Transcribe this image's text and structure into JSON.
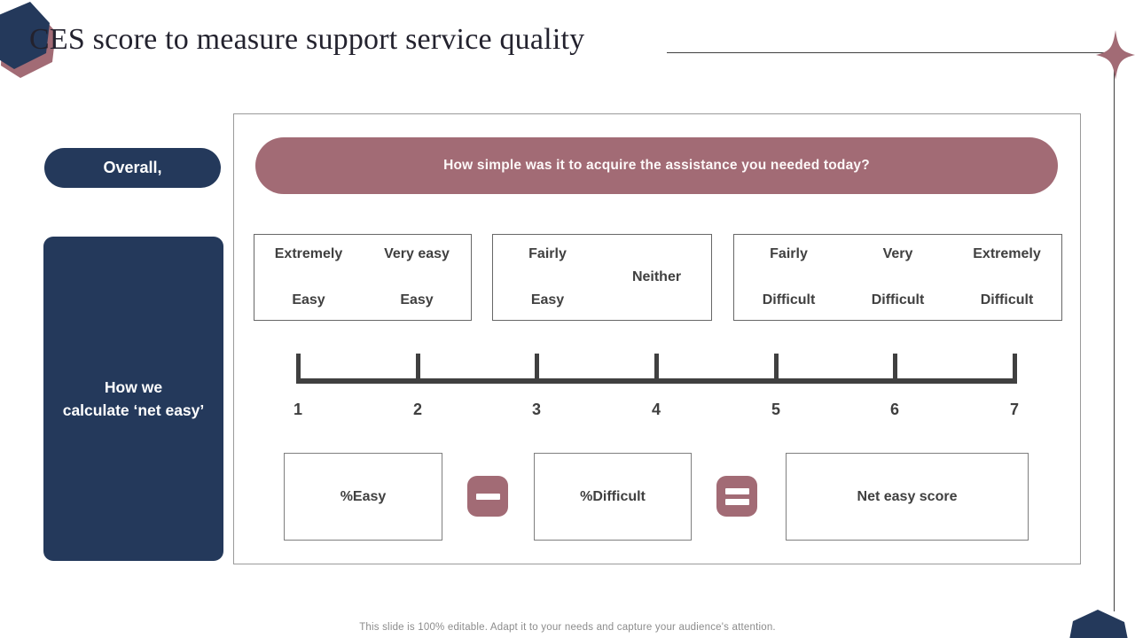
{
  "title": "CES score to measure support service quality",
  "sidebar": {
    "overall": "Overall,",
    "panel_lines": [
      "How we",
      "calculate ‘net easy’"
    ]
  },
  "survey": {
    "question": "How simple was it to acquire the assistance you needed today?",
    "answer_groups": [
      {
        "cols": [
          {
            "top": "Extremely",
            "bottom": "Easy"
          },
          {
            "top": "Very easy",
            "bottom": "Easy"
          }
        ]
      },
      {
        "cols": [
          {
            "top": "Fairly",
            "bottom": "Easy"
          }
        ],
        "middle": "Neither"
      },
      {
        "cols": [
          {
            "top": "Fairly",
            "bottom": "Difficult"
          },
          {
            "top": "Very",
            "bottom": "Difficult"
          },
          {
            "top": "Extremely",
            "bottom": "Difficult"
          }
        ]
      }
    ],
    "scale_ticks": [
      "1",
      "2",
      "3",
      "4",
      "5",
      "6",
      "7"
    ],
    "formula": {
      "left": "%Easy",
      "right": "%Difficult",
      "result": "Net easy score"
    }
  },
  "icons": {
    "minus": "minus-icon",
    "equals": "equals-icon",
    "sparkle": "sparkle-icon",
    "hexagon_top_left": "hexagon-decoration",
    "hexagon_bottom_right": "hexagon-decoration"
  },
  "footer": "This slide is 100% editable. Adapt it to your needs and capture your audience's attention.",
  "colors": {
    "navy": "#24395b",
    "mauve": "#a26b75",
    "scale_gray": "#404040",
    "label_text": "#404040",
    "footer_text": "#8c8c8c"
  }
}
